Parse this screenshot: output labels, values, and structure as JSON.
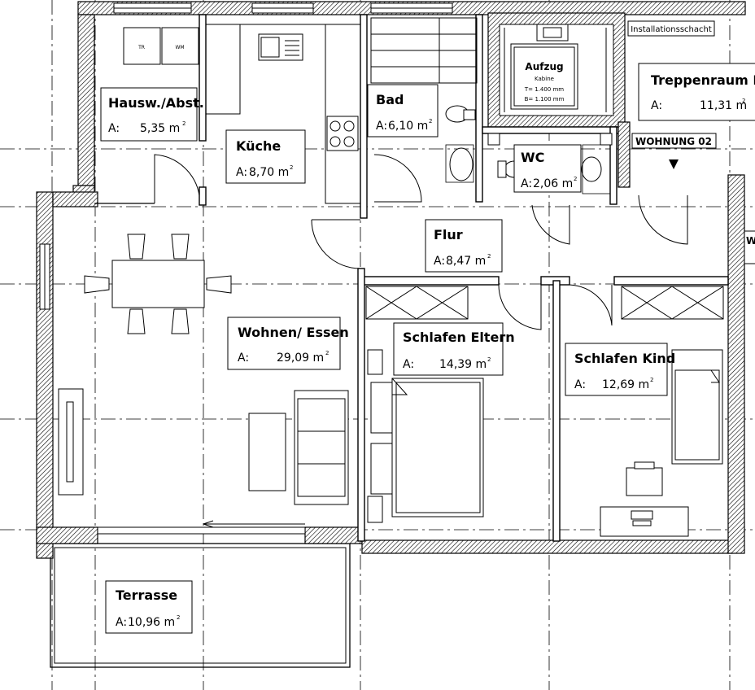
{
  "rooms": {
    "hausw": {
      "name": "Hausw./Abst.",
      "prefix": "A:",
      "value": "5,35 m",
      "sup": "2"
    },
    "kueche": {
      "name": "Küche",
      "prefix": "A:",
      "value": "8,70 m",
      "sup": "2"
    },
    "bad": {
      "name": "Bad",
      "prefix": "A:",
      "value": "6,10 m",
      "sup": "2"
    },
    "wc": {
      "name": "WC",
      "prefix": "A:",
      "value": "2,06 m",
      "sup": "2"
    },
    "flur": {
      "name": "Flur",
      "prefix": "A:",
      "value": "8,47 m",
      "sup": "2"
    },
    "wohnen": {
      "name": "Wohnen/ Essen",
      "prefix": "A:",
      "value": "29,09 m",
      "sup": "2"
    },
    "eltern": {
      "name": "Schlafen Eltern",
      "prefix": "A:",
      "value": "14,39 m",
      "sup": "2"
    },
    "kind": {
      "name": "Schlafen Kind",
      "prefix": "A:",
      "value": "12,69 m",
      "sup": "2"
    },
    "terrasse": {
      "name": "Terrasse",
      "prefix": "A:",
      "value": "10,96 m",
      "sup": "2"
    },
    "treppen": {
      "name": "Treppenraum EG",
      "prefix": "A:",
      "value": "11,31 m",
      "sup": "2"
    }
  },
  "labels": {
    "installation": "Installationsschacht",
    "wohnung": "WOHNUNG 02",
    "aufzug": "Aufzug",
    "kabine": "Kabine",
    "kabine_t": "T= 1.400 mm",
    "kabine_b": "B= 1.100 mm",
    "tr": "TR",
    "wm": "WM",
    "w_cut": "W"
  }
}
